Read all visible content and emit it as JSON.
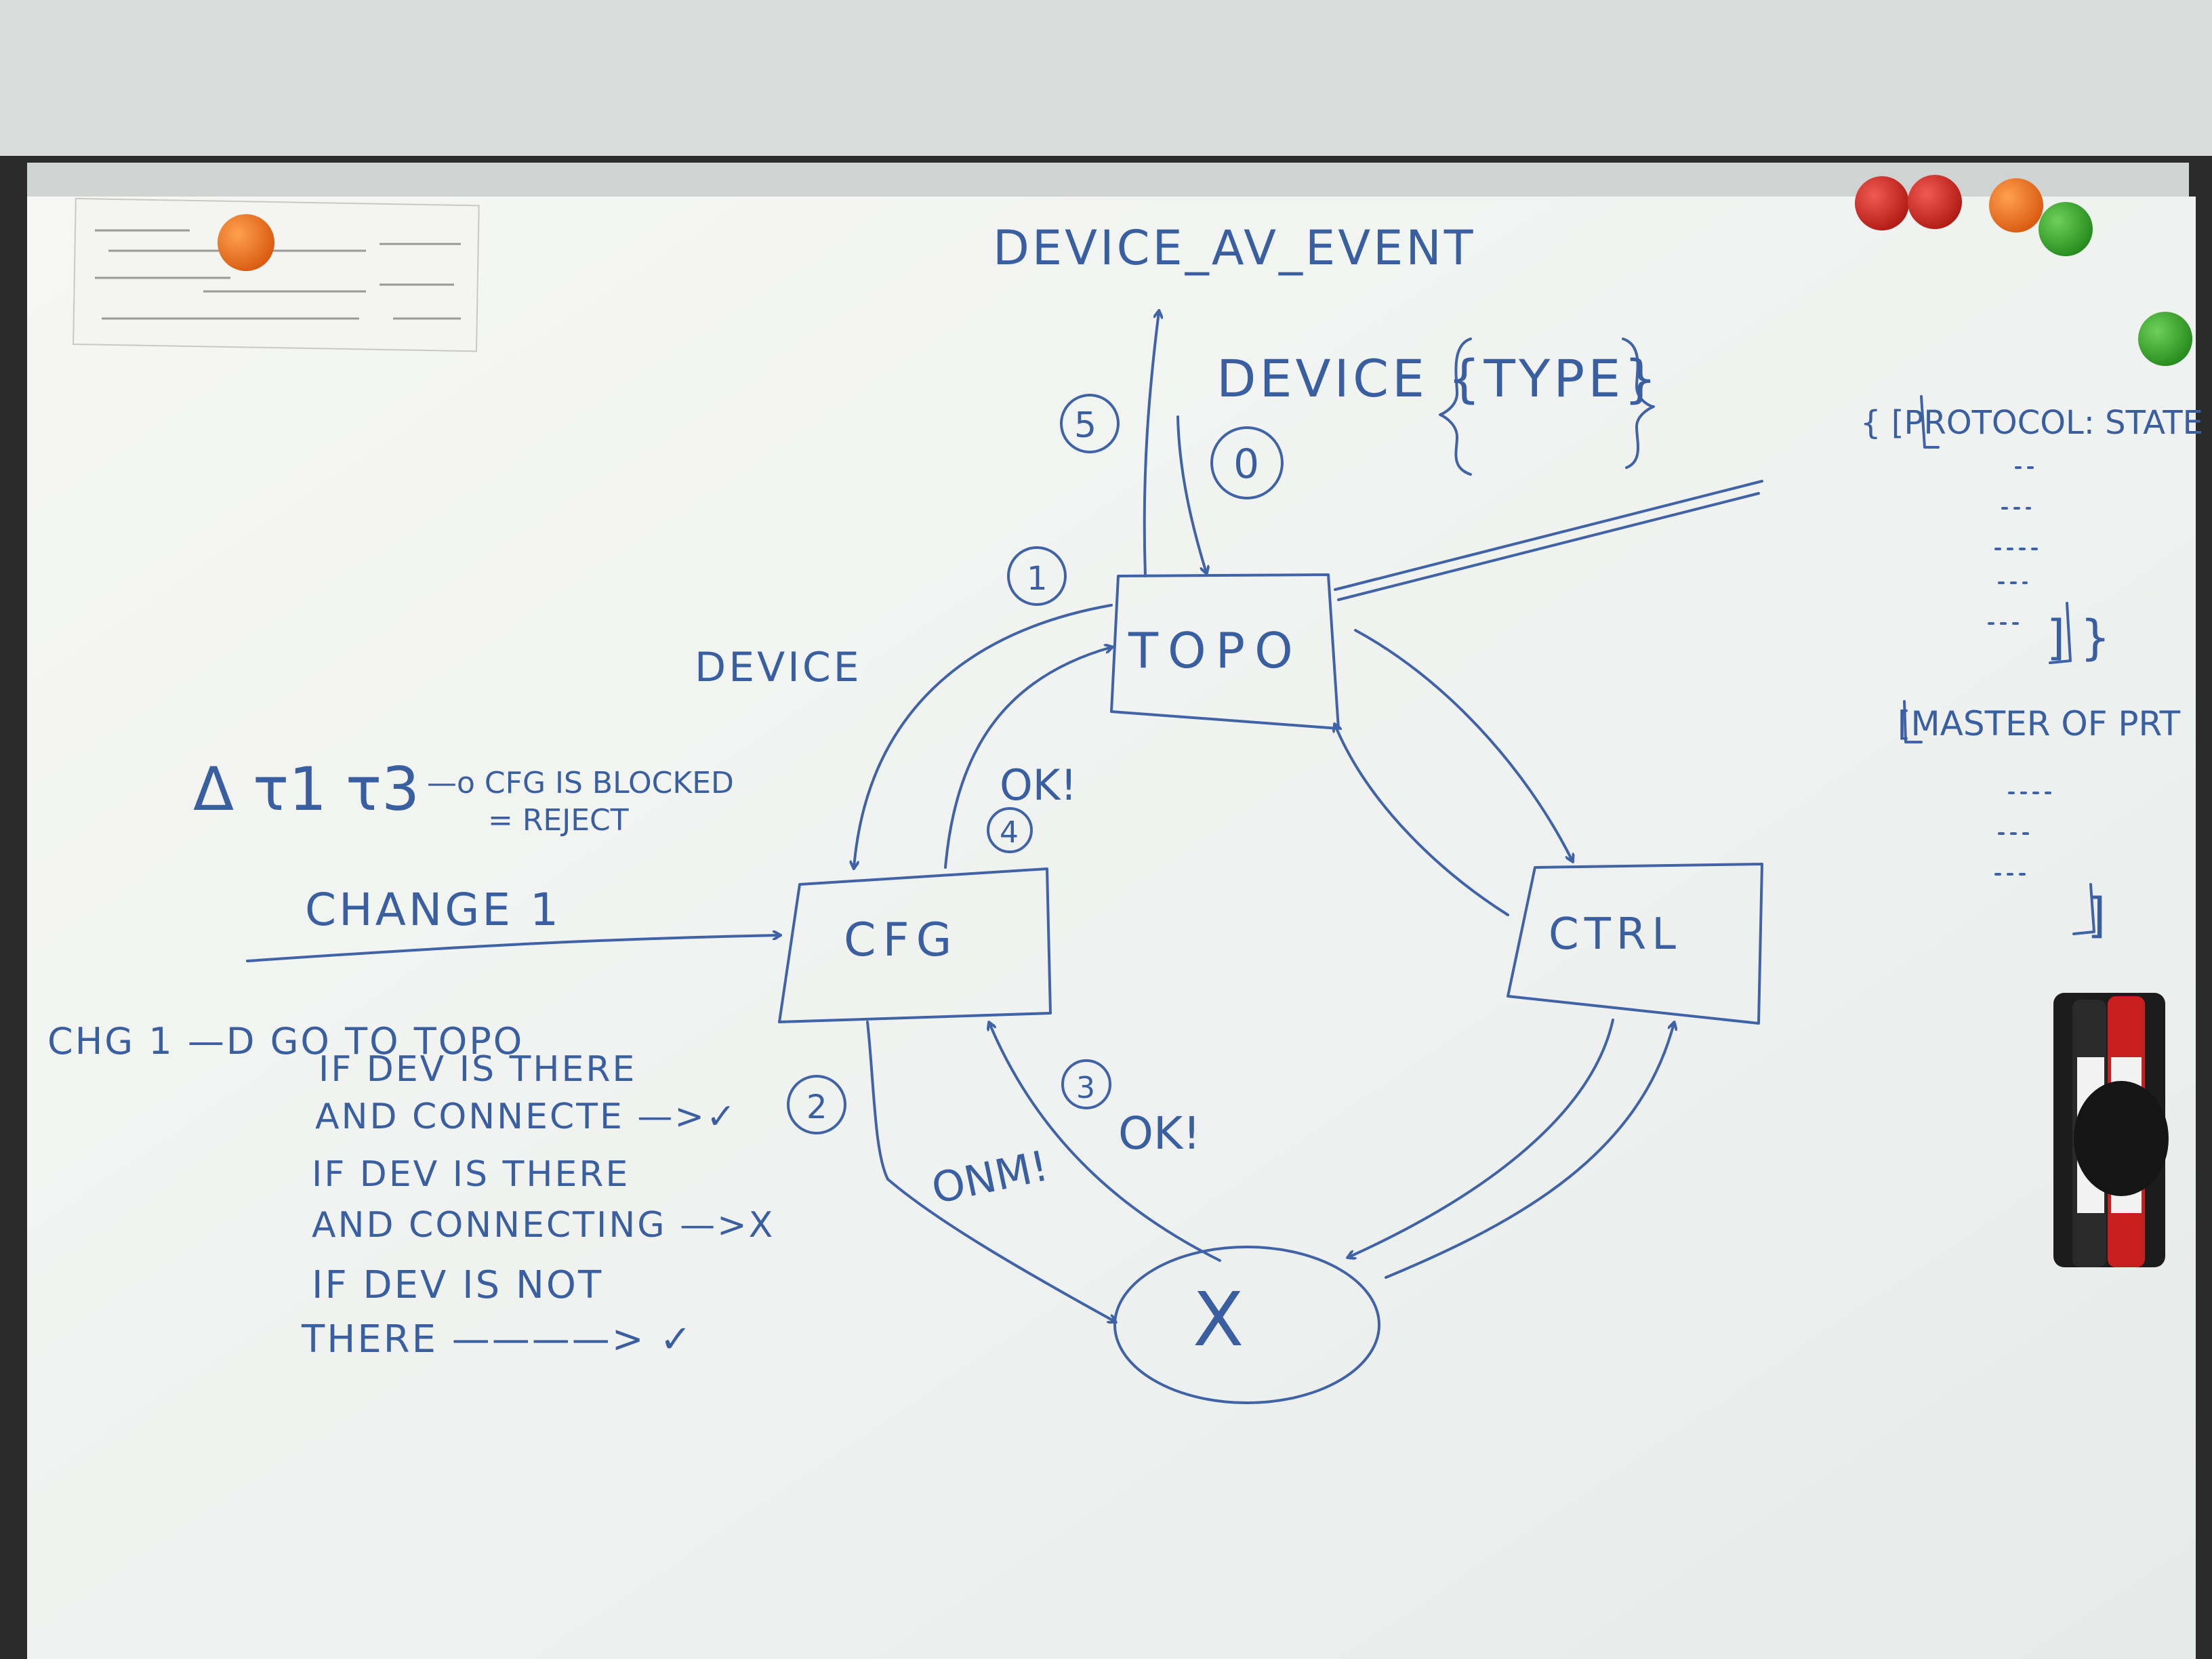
{
  "whiteboard": {
    "top_label": "DEVICE_AV_EVENT",
    "device_type": "DEVICE {TYPE}",
    "device_left": "DEVICE",
    "delta_note": "Δ τ1 τ3",
    "blocked_line1": "—o CFG IS BLOCKED",
    "blocked_line2": "= REJECT",
    "change_label": "CHANGE 1",
    "chg_line": "CHG 1 —D GO TO TOPO",
    "cond1_line1": "IF DEV IS THERE",
    "cond1_line2": "AND CONNECTE —>✓",
    "cond2_line1": "IF DEV IS THERE",
    "cond2_line2": "AND CONNECTING —>X",
    "cond3_line1": "IF DEV IS NOT",
    "cond3_line2": "THERE ————> ✓",
    "ok4": "OK!",
    "ok3": "OK!",
    "onm": "ONM!",
    "step_numbers": [
      "5",
      "0",
      "1",
      "4",
      "2",
      "3"
    ],
    "right_notes": {
      "line1": "{ [PROTOCOL: STATE",
      "close1": "] }",
      "master": "[MASTER OF PRT",
      "close2": "]"
    }
  },
  "boxes": {
    "topo": "TOPO",
    "cfg": "CFG",
    "ctrl": "CTRL",
    "x_node": "X"
  },
  "colors": {
    "ink": "#3f63a6",
    "board": "#f3f5f3",
    "magnet_red": "#d42a22",
    "magnet_orange": "#f07a1e",
    "magnet_green": "#3aa62a"
  }
}
